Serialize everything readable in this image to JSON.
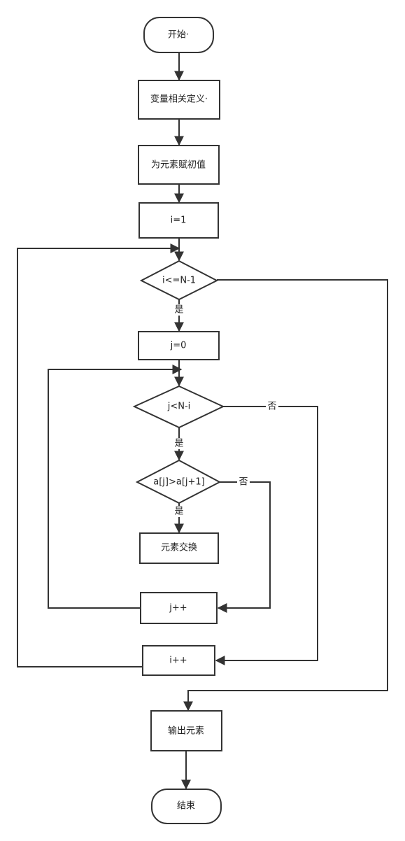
{
  "diagram": {
    "nodes": {
      "start": "开始·",
      "define_vars": "变量相关定义·",
      "init_elements": "为元素赋初值",
      "init_i": "i=1",
      "cond_i": "i<=N-1",
      "init_j": "j=0",
      "cond_j": "j<N-i",
      "cond_compare": "a[j]>a[j+1]",
      "swap": "元素交换",
      "inc_j": "j++",
      "inc_i": "i++",
      "output": "输出元素",
      "end": "结束"
    },
    "edge_labels": {
      "cond_i_yes": "是",
      "cond_j_yes": "是",
      "cond_j_no": "否",
      "cond_compare_yes": "是",
      "cond_compare_no": "否"
    }
  }
}
